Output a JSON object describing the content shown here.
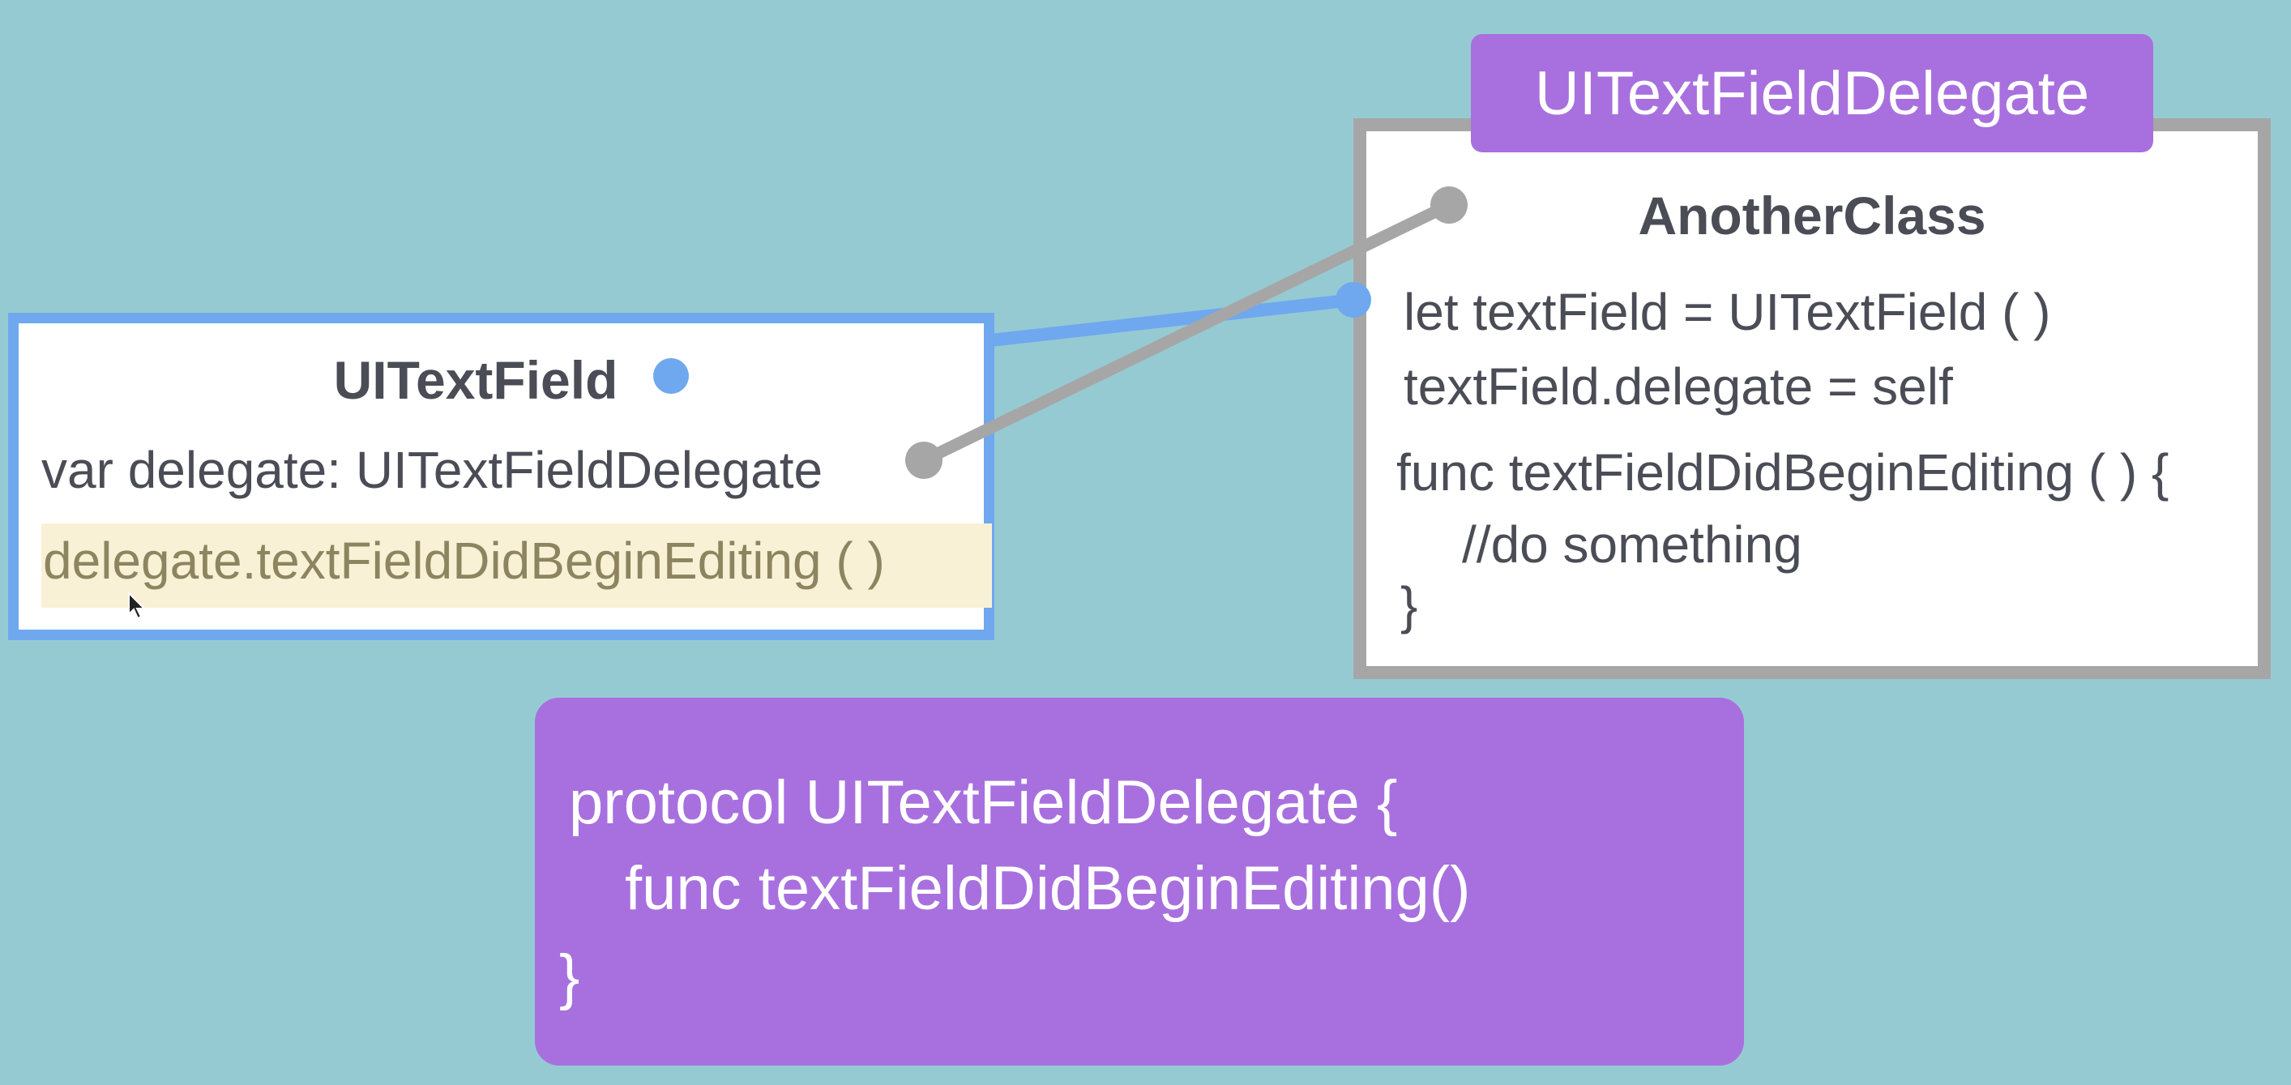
{
  "text_field_box": {
    "title": "UITextField",
    "delegate_var": "var delegate: UITextFieldDelegate",
    "delegate_call": "delegate.textFieldDidBeginEditing ( )"
  },
  "another_class_box": {
    "title": "AnotherClass",
    "lines": [
      "let textField = UITextField ( )",
      "textField.delegate = self",
      "func textFieldDidBeginEditing ( ) {",
      "//do something",
      "}"
    ]
  },
  "delegate_tag": {
    "label": "UITextFieldDelegate"
  },
  "protocol_box": {
    "lines": [
      "protocol UITextFieldDelegate {",
      "func textFieldDidBeginEditing()",
      "}"
    ]
  },
  "colors": {
    "background": "#96cad3",
    "text_field_border": "#6fa8ee",
    "another_class_border": "#a6a6a6",
    "protocol_purple": "#a870de",
    "highlight": "#f9f1d5",
    "blue_connector": "#6fa8ee",
    "gray_connector": "#a6a6a6"
  },
  "icons": {
    "cursor": "mouse-pointer-icon"
  }
}
